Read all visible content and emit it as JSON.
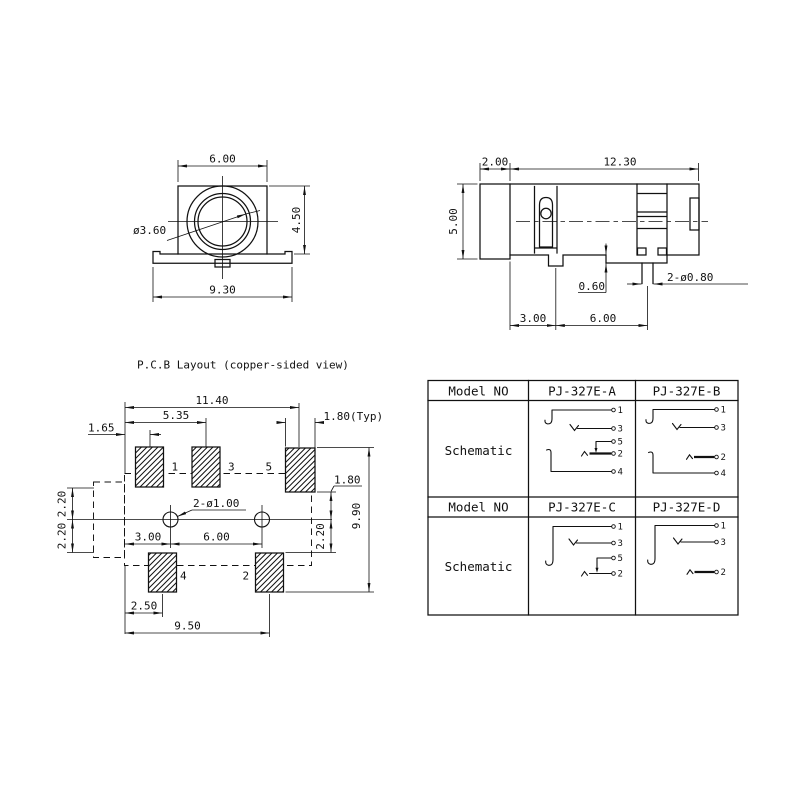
{
  "front_view": {
    "dim_width": "6.00",
    "dim_hole_dia": "ø3.60",
    "dim_height": "4.50",
    "dim_base_width": "9.30"
  },
  "side_view": {
    "dim_flange": "2.00",
    "dim_body_length": "12.30",
    "dim_height": "5.00",
    "dim_standoff": "0.60",
    "dim_pin_dia": "2-ø0.80",
    "dim_pin1_offset": "3.00",
    "dim_pin_pitch": "6.00"
  },
  "pcb_layout": {
    "title": "P.C.B Layout (copper-sided view)",
    "dim_overall_width": "11.40",
    "dim_pad3_offset": "5.35",
    "dim_pad1_offset": "1.65",
    "dim_pad_width_typ": "1.80(Typ)",
    "dim_holes": "2-ø1.00",
    "dim_hole1_offset": "3.00",
    "dim_hole_pitch": "6.00",
    "dim_upper_half": "2.20",
    "dim_lower_half": "2.20",
    "dim_pad5_gap": "1.80",
    "dim_right_half": "2.20",
    "dim_overall_height": "9.90",
    "dim_pad4_offset": "2.50",
    "dim_pad2_offset": "9.50",
    "pad_labels": {
      "p1": "1",
      "p3": "3",
      "p5": "5",
      "p4": "4",
      "p2": "2"
    }
  },
  "table": {
    "header_model": "Model NO",
    "row_schematic": "Schematic",
    "models": {
      "a": "PJ-327E-A",
      "b": "PJ-327E-B",
      "c": "PJ-327E-C",
      "d": "PJ-327E-D"
    },
    "pins": {
      "a": [
        "1",
        "3",
        "5",
        "2",
        "4"
      ],
      "b": [
        "1",
        "3",
        "2",
        "4"
      ],
      "c": [
        "1",
        "3",
        "5",
        "2"
      ],
      "d": [
        "1",
        "3",
        "2"
      ]
    }
  }
}
